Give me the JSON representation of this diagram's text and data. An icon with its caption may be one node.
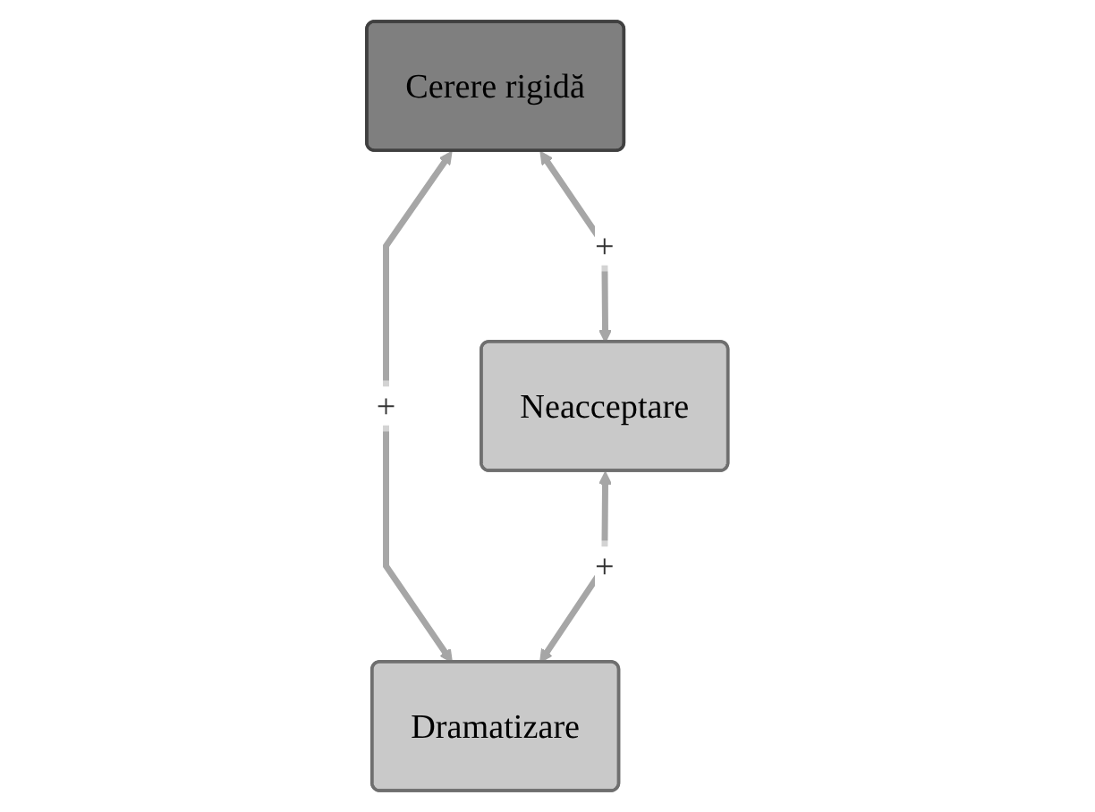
{
  "diagram": {
    "nodes": [
      {
        "text": [
          "Cerere rigidă"
        ]
      },
      {
        "text": [
          "Neacceptare"
        ]
      },
      {
        "text": [
          "Dramatizare"
        ]
      }
    ],
    "edges": [
      {
        "from": 0,
        "to": 1,
        "arrow": "both",
        "label": "+"
      },
      {
        "from": 0,
        "to": 2,
        "arrow": "both",
        "label": "+"
      },
      {
        "from": 1,
        "to": 2,
        "arrow": "both",
        "label": "+"
      }
    ]
  }
}
